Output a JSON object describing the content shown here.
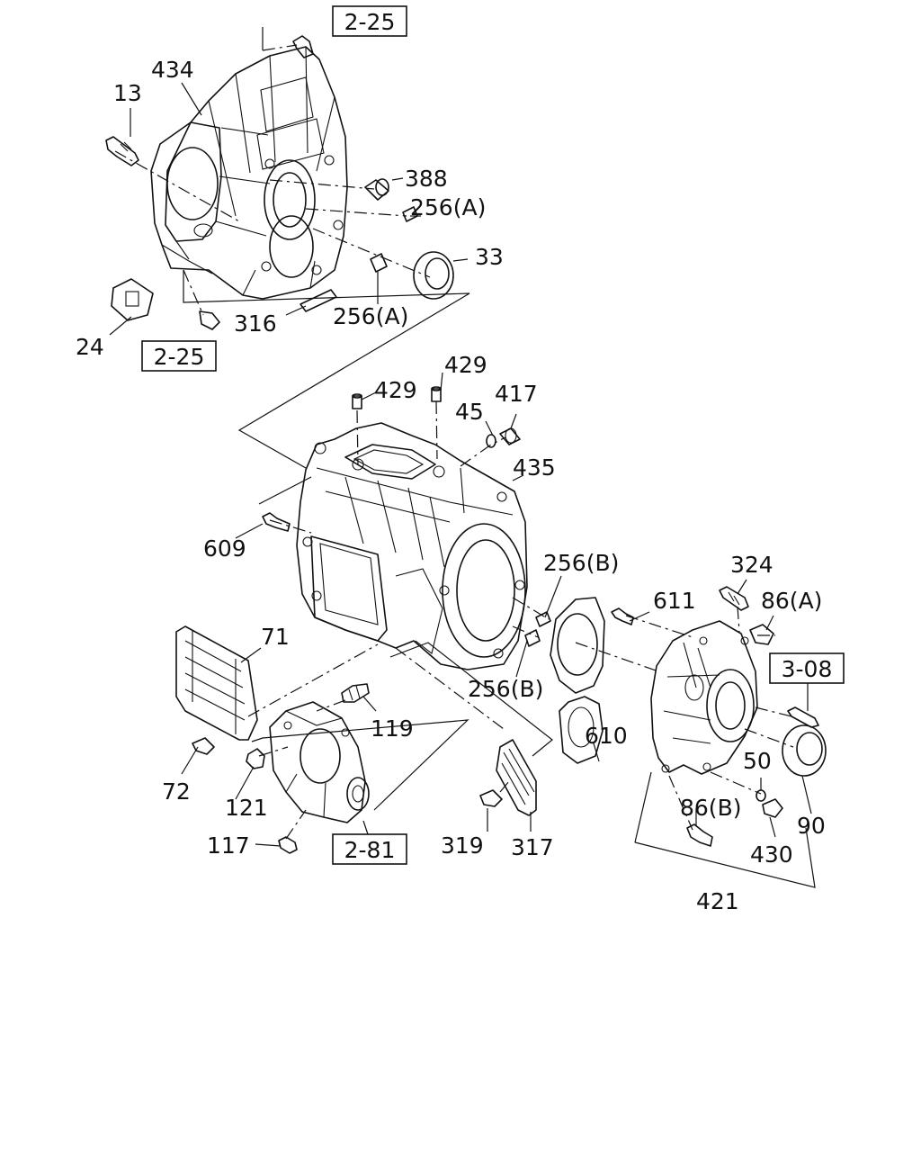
{
  "diagram": {
    "part_labels": [
      "434",
      "13",
      "388",
      "256(A)",
      "33",
      "24",
      "316",
      "256(A)",
      "429",
      "429",
      "417",
      "45",
      "435",
      "609",
      "256(B)",
      "611",
      "324",
      "86(A)",
      "71",
      "119",
      "610",
      "256(B)",
      "72",
      "121",
      "117",
      "319",
      "317",
      "50",
      "90",
      "86(B)",
      "430",
      "421"
    ],
    "ref_boxes": [
      "2-25",
      "2-25",
      "3-08",
      "2-81"
    ]
  }
}
